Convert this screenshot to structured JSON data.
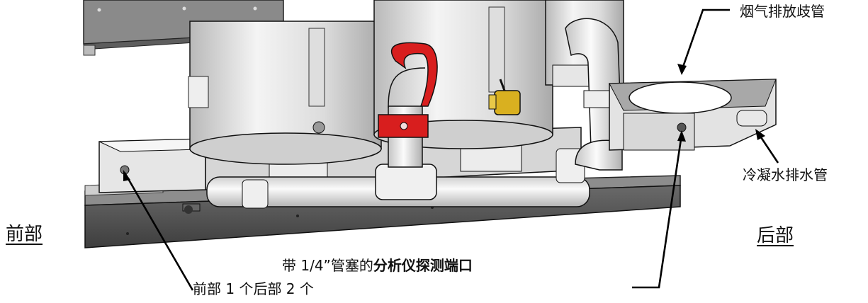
{
  "labels": {
    "flue_manifold": "烟气排放歧管",
    "condensate_drain": "冷凝水排水管",
    "front": "前部",
    "rear": "后部",
    "analyzer_port_prefix": "带 1/4”管塞的",
    "analyzer_port_bold": "分析仪探测端口",
    "port_count": "前部 1 个后部 2 个"
  },
  "colors": {
    "background": "#ffffff",
    "machine_body": "#e9e9e9",
    "base_frame": "#5a5a5a",
    "valve_red": "#d81e1e",
    "valve_brass": "#d9b020",
    "leader_line": "#000000"
  }
}
